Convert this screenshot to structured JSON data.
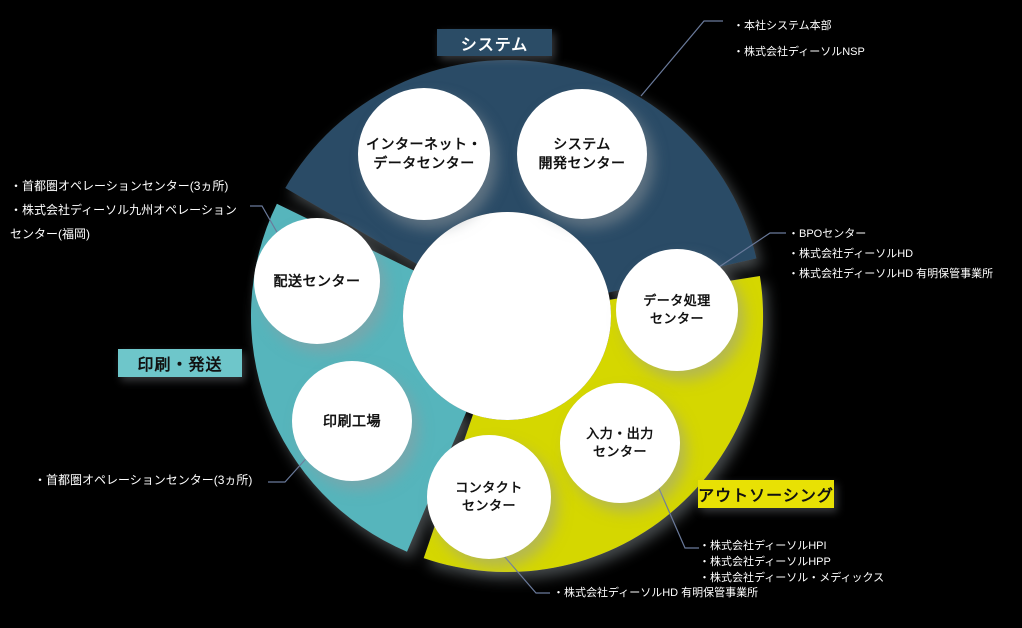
{
  "colors": {
    "background": "#000000",
    "system_segment": "#2B4C66",
    "outsourcing_segment": "#D5D701",
    "print_segment": "#57B5BC",
    "system_label_bg": "#2B4C66",
    "print_label_bg": "#6EC6CA",
    "outsourcing_label_bg": "#E8E104",
    "node_bg": "#FFFFFF",
    "node_text": "#111111",
    "annotation_text": "#FFFFFF",
    "connector": "#6A7A9B",
    "center_hole": "#FFFFFF"
  },
  "sections": {
    "system": {
      "label": "システム"
    },
    "print": {
      "label": "印刷・発送"
    },
    "outsourcing": {
      "label": "アウトソーシング"
    }
  },
  "nodes": {
    "internet_data_center": {
      "label": "インターネット・\nデータセンター"
    },
    "system_dev_center": {
      "label": "システム\n開発センター"
    },
    "data_processing_center": {
      "label": "データ処理\nセンター"
    },
    "input_output_center": {
      "label": "入力・出力\nセンター"
    },
    "contact_center": {
      "label": "コンタクト\nセンター"
    },
    "print_factory": {
      "label": "印刷工場"
    },
    "delivery_center": {
      "label": "配送センター"
    }
  },
  "annotations": {
    "system_dev": {
      "lines": [
        "・本社システム本部",
        "・株式会社ディーソルNSP"
      ]
    },
    "data_processing": {
      "lines": [
        "・BPOセンター",
        "・株式会社ディーソルHD",
        "・株式会社ディーソルHD 有明保管事業所"
      ]
    },
    "input_output": {
      "lines": [
        "・株式会社ディーソルHPI",
        "・株式会社ディーソルHPP",
        "・株式会社ディーソル・メディックス"
      ]
    },
    "contact": {
      "lines": [
        "・株式会社ディーソルHD 有明保管事業所"
      ]
    },
    "delivery": {
      "lines": [
        "・首都圏オペレーションセンター(3ヵ所)",
        "・株式会社ディーソル九州オペレーション",
        "センター(福岡)"
      ]
    },
    "print_factory": {
      "lines": [
        "・首都圏オペレーションセンター(3ヵ所)"
      ]
    }
  }
}
